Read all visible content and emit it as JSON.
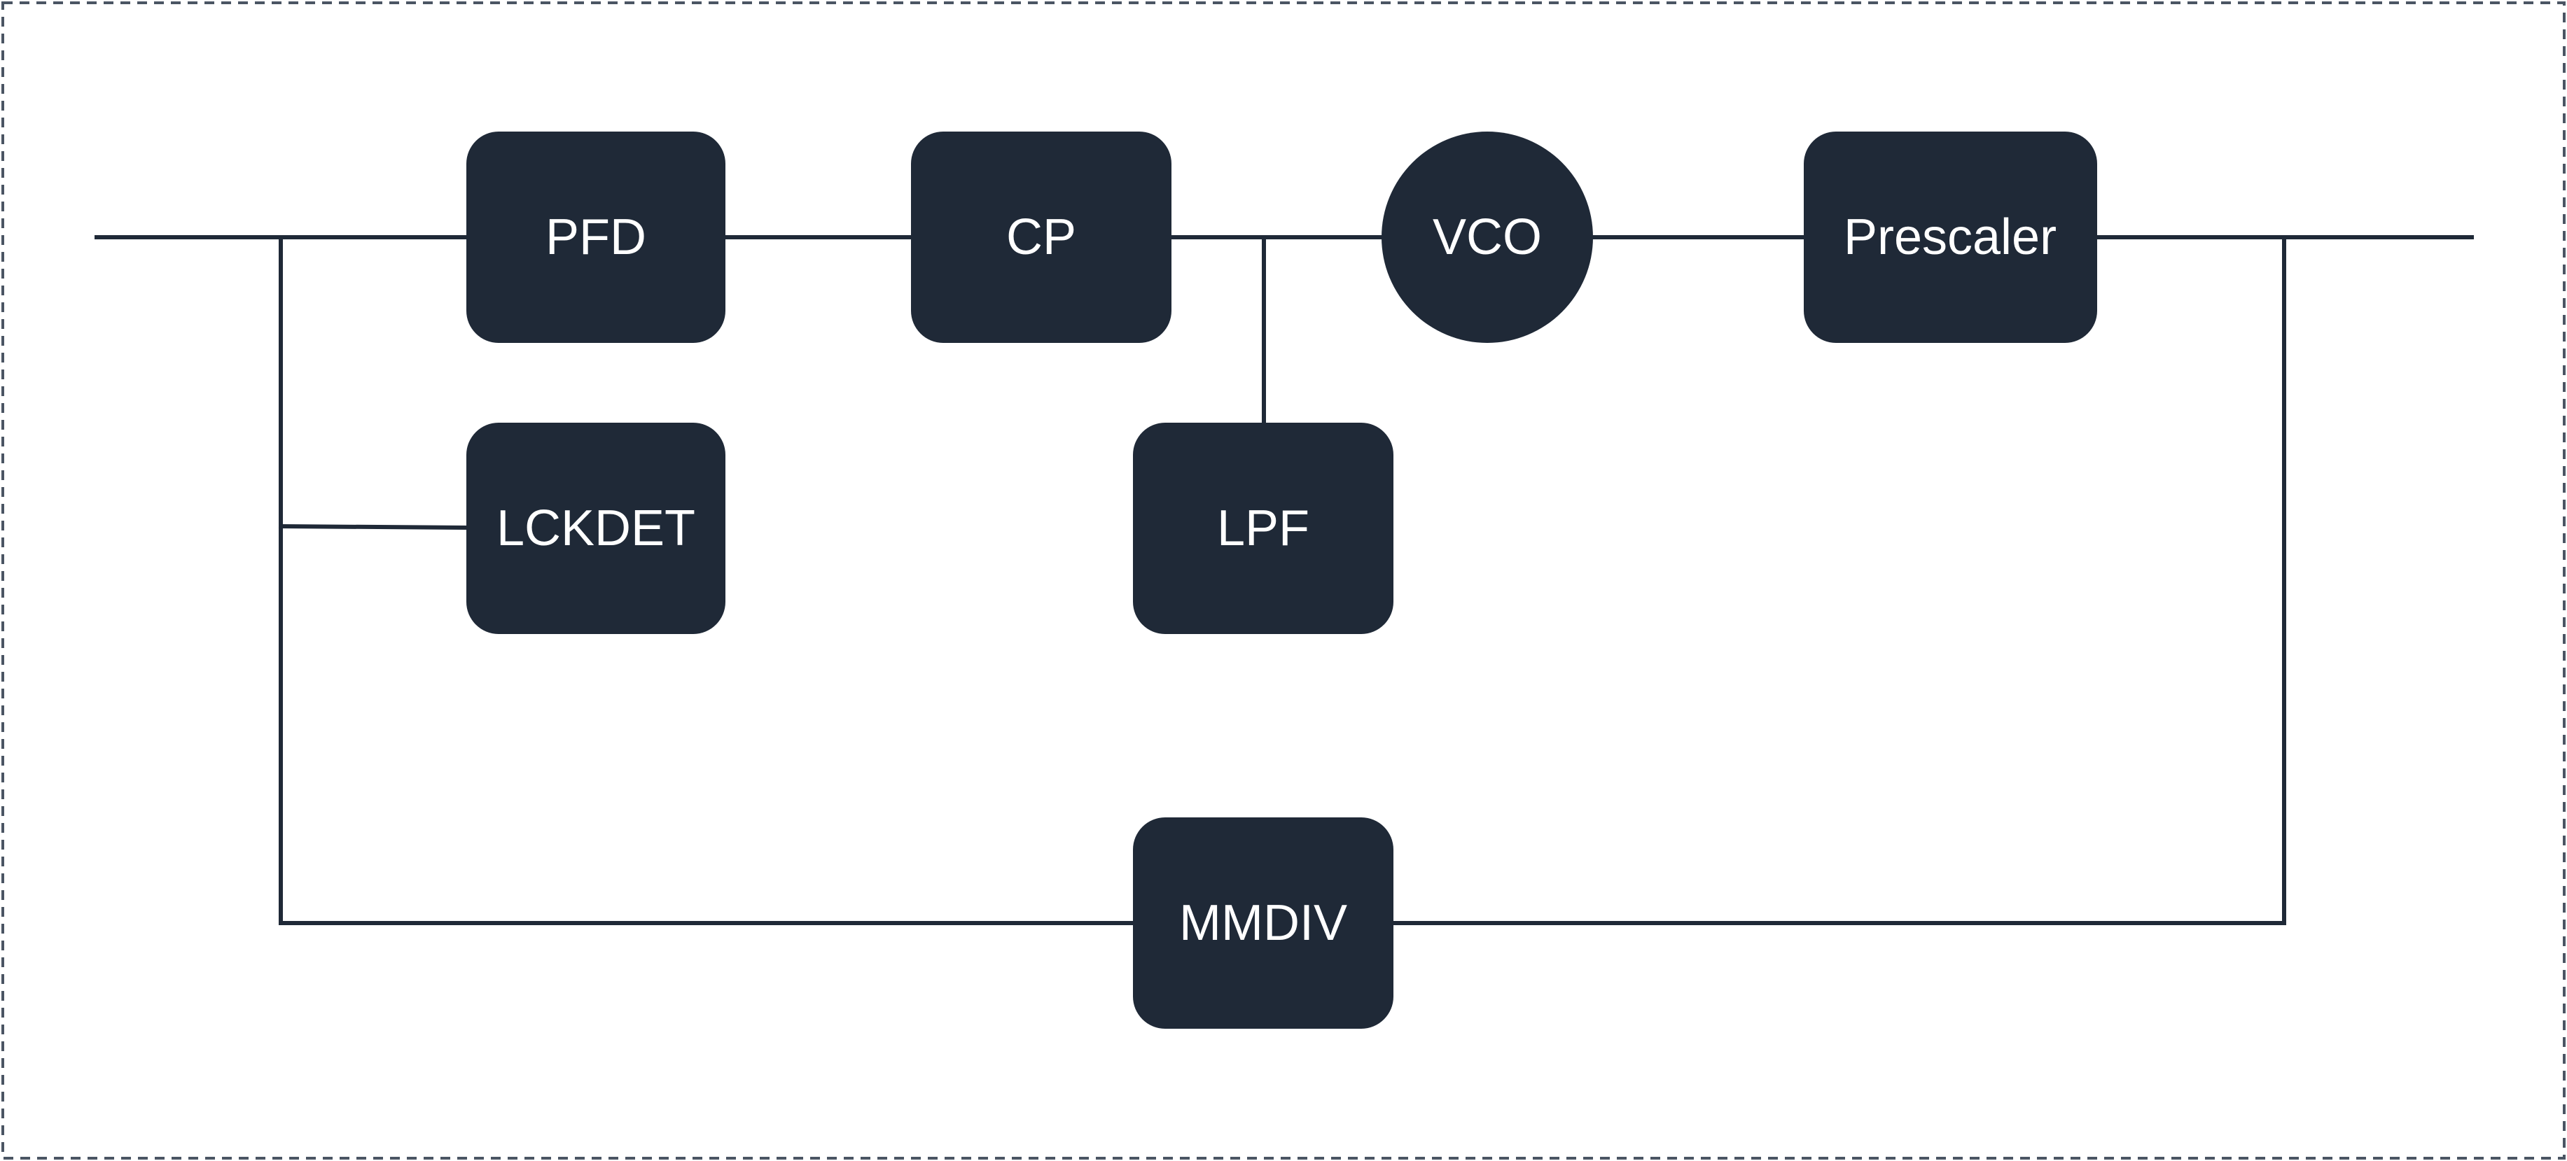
{
  "colors": {
    "block_fill": "#1f2937",
    "wire": "#1f2937",
    "label": "#ffffff",
    "frame": "#4b5563",
    "background": "#ffffff"
  },
  "blocks": {
    "pfd": "PFD",
    "cp": "CP",
    "vco": "VCO",
    "prescaler": "Prescaler",
    "lckdet": "LCKDET",
    "lpf": "LPF",
    "mmdiv": "MMDIV"
  }
}
